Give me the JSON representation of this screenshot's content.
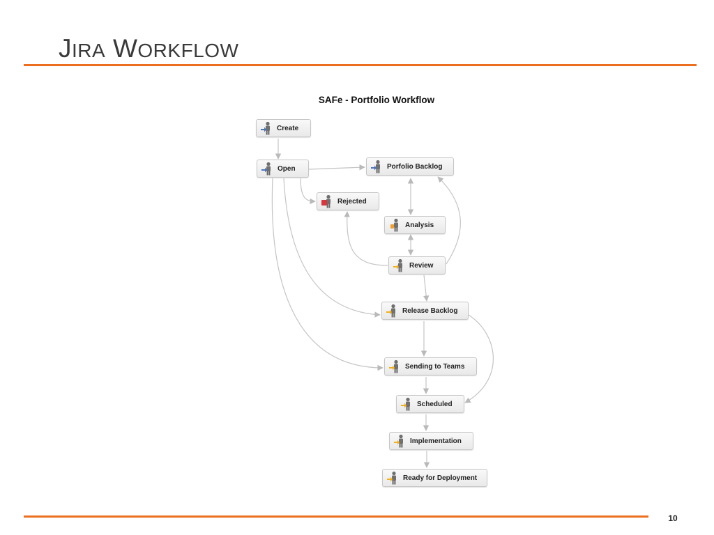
{
  "slide": {
    "title_first_initial": "J",
    "title_first_rest": "IRA",
    "title_second_initial": "W",
    "title_second_rest": "ORKFLOW",
    "page_number": "10",
    "accent_color": "#ec6e1f"
  },
  "diagram": {
    "title": "SAFe - Portfolio Workflow",
    "nodes": [
      {
        "id": "create",
        "label": "Create",
        "icon": "person-blue-arrow-icon"
      },
      {
        "id": "open",
        "label": "Open",
        "icon": "person-blue-arrow-icon"
      },
      {
        "id": "portfolio-backlog",
        "label": "Porfolio Backlog",
        "icon": "person-blue-arrow-icon"
      },
      {
        "id": "rejected",
        "label": "Rejected",
        "icon": "person-red-arrow-icon"
      },
      {
        "id": "analysis",
        "label": "Analysis",
        "icon": "person-orange-icon"
      },
      {
        "id": "review",
        "label": "Review",
        "icon": "person-yellow-arrow-icon"
      },
      {
        "id": "release-backlog",
        "label": "Release Backlog",
        "icon": "person-yellow-arrow-icon"
      },
      {
        "id": "sending-to-teams",
        "label": "Sending to Teams",
        "icon": "person-yellow-arrow-icon"
      },
      {
        "id": "scheduled",
        "label": "Scheduled",
        "icon": "person-yellow-arrow-icon"
      },
      {
        "id": "implementation",
        "label": "Implementation",
        "icon": "person-yellow-arrow-icon"
      },
      {
        "id": "ready-for-deployment",
        "label": "Ready for Deployment",
        "icon": "person-yellow-arrow-icon"
      }
    ],
    "edges": [
      {
        "from": "create",
        "to": "open"
      },
      {
        "from": "open",
        "to": "portfolio-backlog"
      },
      {
        "from": "open",
        "to": "rejected"
      },
      {
        "from": "open",
        "to": "release-backlog"
      },
      {
        "from": "open",
        "to": "sending-to-teams"
      },
      {
        "from": "portfolio-backlog",
        "to": "analysis",
        "bidirectional": true
      },
      {
        "from": "analysis",
        "to": "review",
        "bidirectional": true
      },
      {
        "from": "review",
        "to": "rejected"
      },
      {
        "from": "review",
        "to": "portfolio-backlog"
      },
      {
        "from": "review",
        "to": "release-backlog"
      },
      {
        "from": "release-backlog",
        "to": "sending-to-teams"
      },
      {
        "from": "release-backlog",
        "to": "scheduled"
      },
      {
        "from": "sending-to-teams",
        "to": "scheduled"
      },
      {
        "from": "scheduled",
        "to": "implementation"
      },
      {
        "from": "implementation",
        "to": "ready-for-deployment"
      }
    ]
  }
}
